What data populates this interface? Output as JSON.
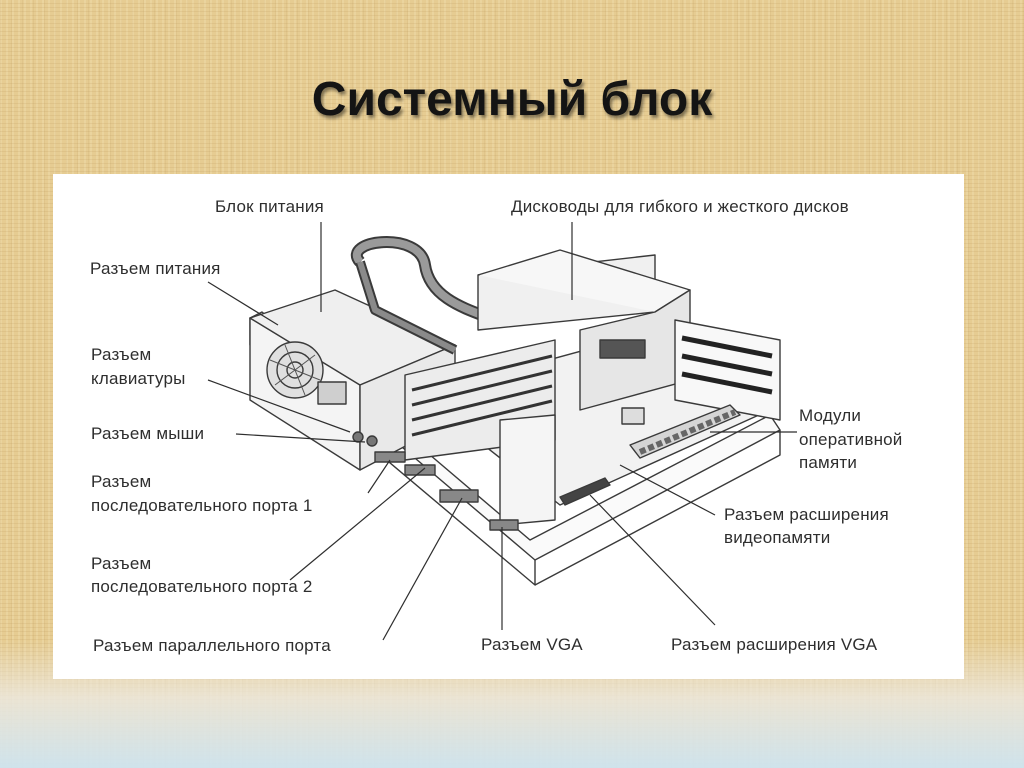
{
  "title": "Системный блок",
  "labels": {
    "power_supply": "Блок питания",
    "drives": "Дисководы для гибкого и жесткого дисков",
    "power_connector": "Разъем питания",
    "keyboard_connector_1": "Разъем",
    "keyboard_connector_2": "клавиатуры",
    "mouse_connector": "Разъем мыши",
    "serial1_1": "Разъем",
    "serial1_2": "последовательного порта 1",
    "serial2_1": "Разъем",
    "serial2_2": "последовательного порта 2",
    "parallel": "Разъем параллельного порта",
    "vga": "Разъем VGA",
    "vga_ext": "Разъем расширения VGA",
    "ram_1": "Модули",
    "ram_2": "оперативной",
    "ram_3": "памяти",
    "vram_1": "Разъем расширения",
    "vram_2": "видеопамяти"
  }
}
